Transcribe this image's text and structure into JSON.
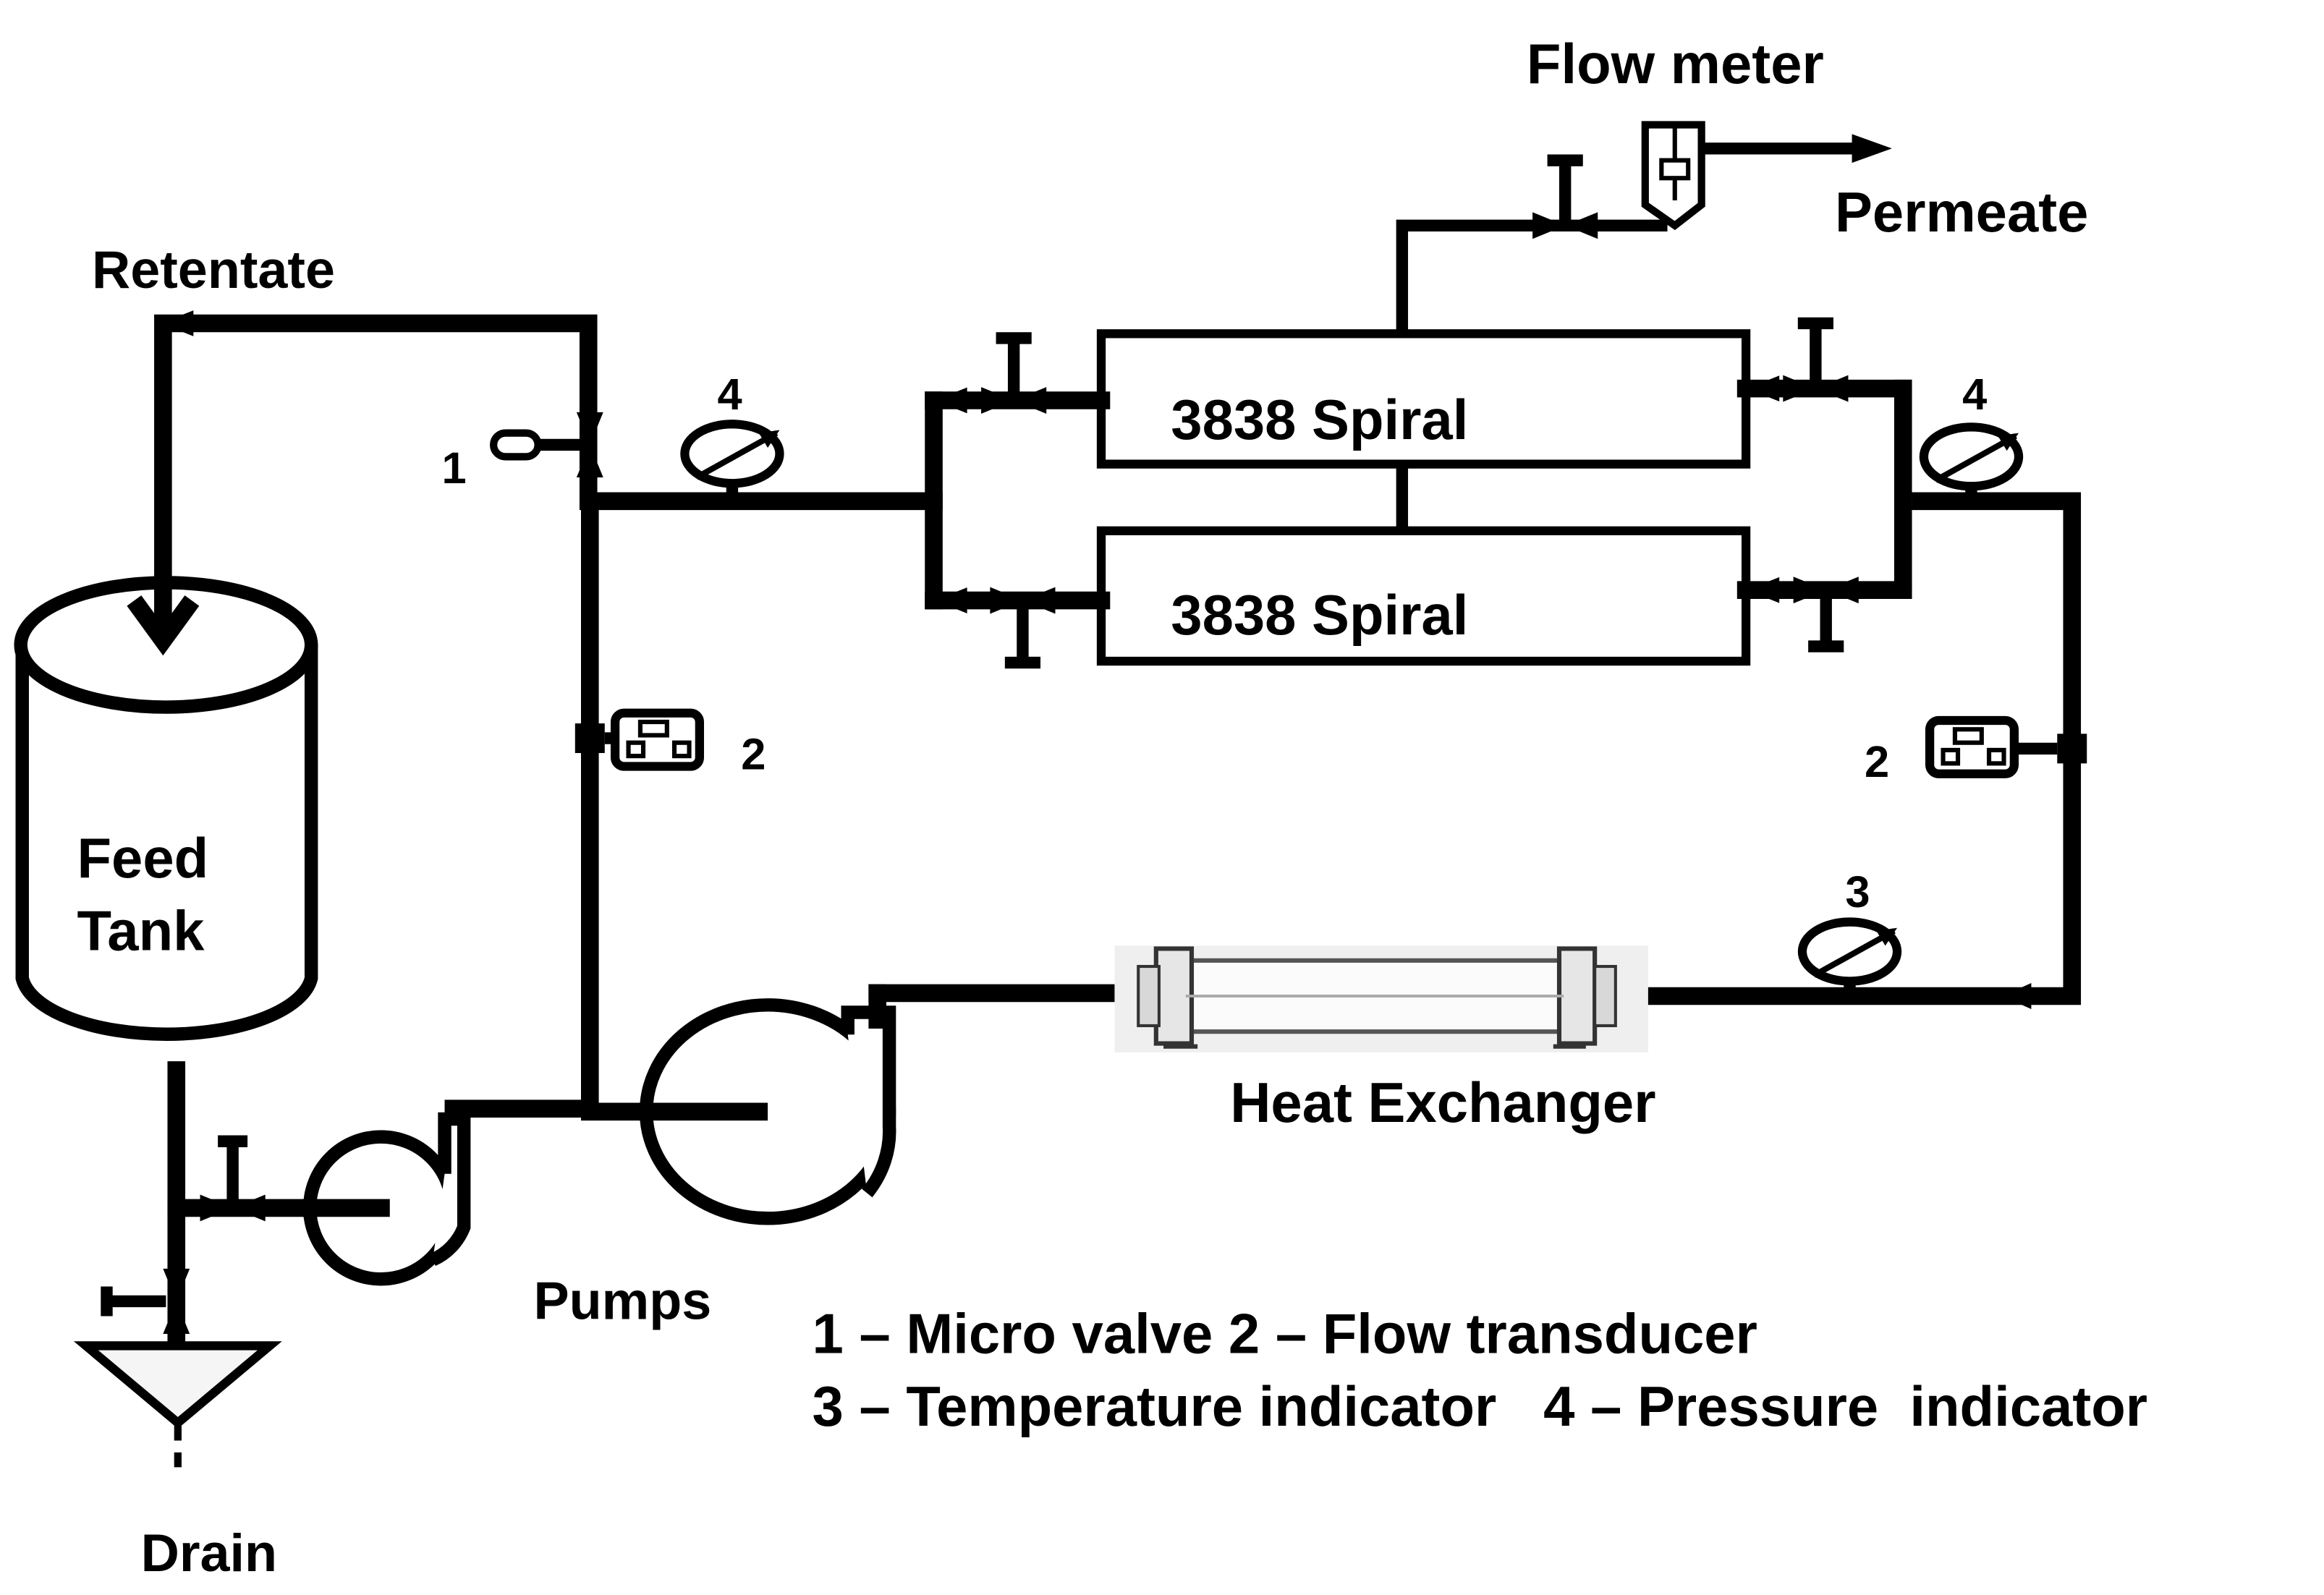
{
  "labels": {
    "flow_meter": "Flow meter",
    "permeate": "Permeate",
    "retentate": "Retentate",
    "feed_tank_line1": "Feed",
    "feed_tank_line2": "Tank",
    "spiral_top": "3838 Spiral",
    "spiral_bottom": "3838 Spiral",
    "heat_exchanger": "Heat Exchanger",
    "pumps": "Pumps",
    "drain": "Drain"
  },
  "instrument_numbers": {
    "micro_valve": "1",
    "pressure_left": "4",
    "pressure_right": "4",
    "flow_transducer_left": "2",
    "flow_transducer_right": "2",
    "temperature": "3"
  },
  "legend": {
    "line1": "1 – Micro valve 2 – Flow transducer",
    "line2": "3 – Temperature indicator   4 – Pressure  indicator"
  },
  "icons": {
    "valve": "gate-valve-icon",
    "pressure": "pressure-gauge-icon",
    "temperature": "temperature-gauge-icon",
    "flow": "flow-transducer-icon",
    "meter": "flow-meter-icon"
  }
}
